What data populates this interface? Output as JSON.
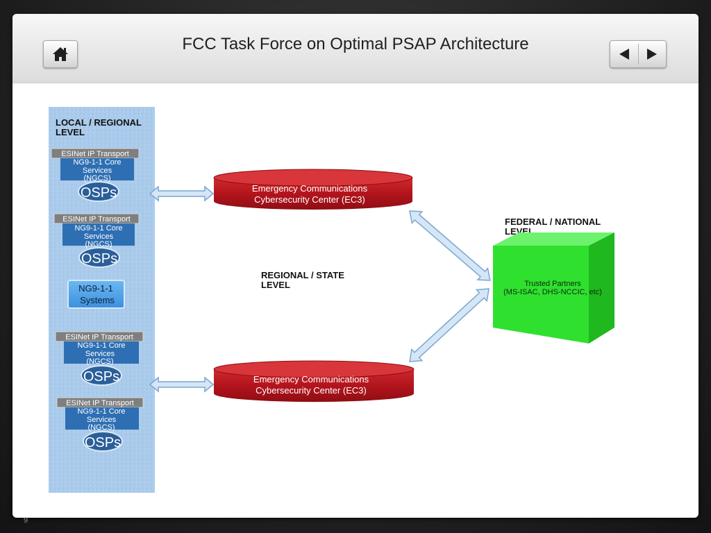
{
  "header": {
    "title": "FCC Task Force on Optimal PSAP Architecture"
  },
  "nav": {
    "home_icon": "home-icon",
    "prev_icon": "arrow-left-icon",
    "next_icon": "arrow-right-icon"
  },
  "diagram": {
    "local_level_label_line1": "LOCAL / REGIONAL",
    "local_level_label_line2": "LEVEL",
    "groups": [
      {
        "transport": "ESINet IP Transport",
        "core_line1": "NG9-1-1 Core",
        "core_line2": "Services",
        "core_line3": "(NGCS)",
        "osps": "OSPs"
      },
      {
        "transport": "ESINet IP Transport",
        "core_line1": "NG9-1-1 Core",
        "core_line2": "Services",
        "core_line3": "(NGCS)",
        "osps": "OSPs"
      },
      {
        "transport": "ESINet IP Transport",
        "core_line1": "NG9-1-1 Core",
        "core_line2": "Services",
        "core_line3": "(NGCS)",
        "osps": "OSPs"
      },
      {
        "transport": "ESINet IP Transport",
        "core_line1": "NG9-1-1 Core",
        "core_line2": "Services",
        "core_line3": "(NGCS)",
        "osps": "OSPs"
      }
    ],
    "ng911_systems_line1": "NG9-1-1",
    "ng911_systems_line2": "Systems",
    "ec3_top_line1": "Emergency Communications",
    "ec3_top_line2": "Cybersecurity Center (EC3)",
    "ec3_bottom_line1": "Emergency Communications",
    "ec3_bottom_line2": "Cybersecurity Center (EC3)",
    "regional_label_line1": "REGIONAL / STATE",
    "regional_label_line2": "LEVEL",
    "federal_label_line1": "FEDERAL / NATIONAL",
    "federal_label_line2": "LEVEL",
    "cube_line1": "Trusted Partners",
    "cube_line2": "(MS-ISAC, DHS-NCCIC, etc)",
    "colors": {
      "panel": "#a9c9ea",
      "transport_bar": "#7f7f7f",
      "core_box": "#2e6fb3",
      "osps_ellipse": "#2a5f99",
      "ng911_box": "#4a9ee6",
      "ec3_red": "#b3141c",
      "cube_green": "#2fe02f",
      "arrow_fill": "#d5e6f6",
      "arrow_stroke": "#7aa6cf"
    }
  },
  "footer": {
    "page_number": "9"
  }
}
